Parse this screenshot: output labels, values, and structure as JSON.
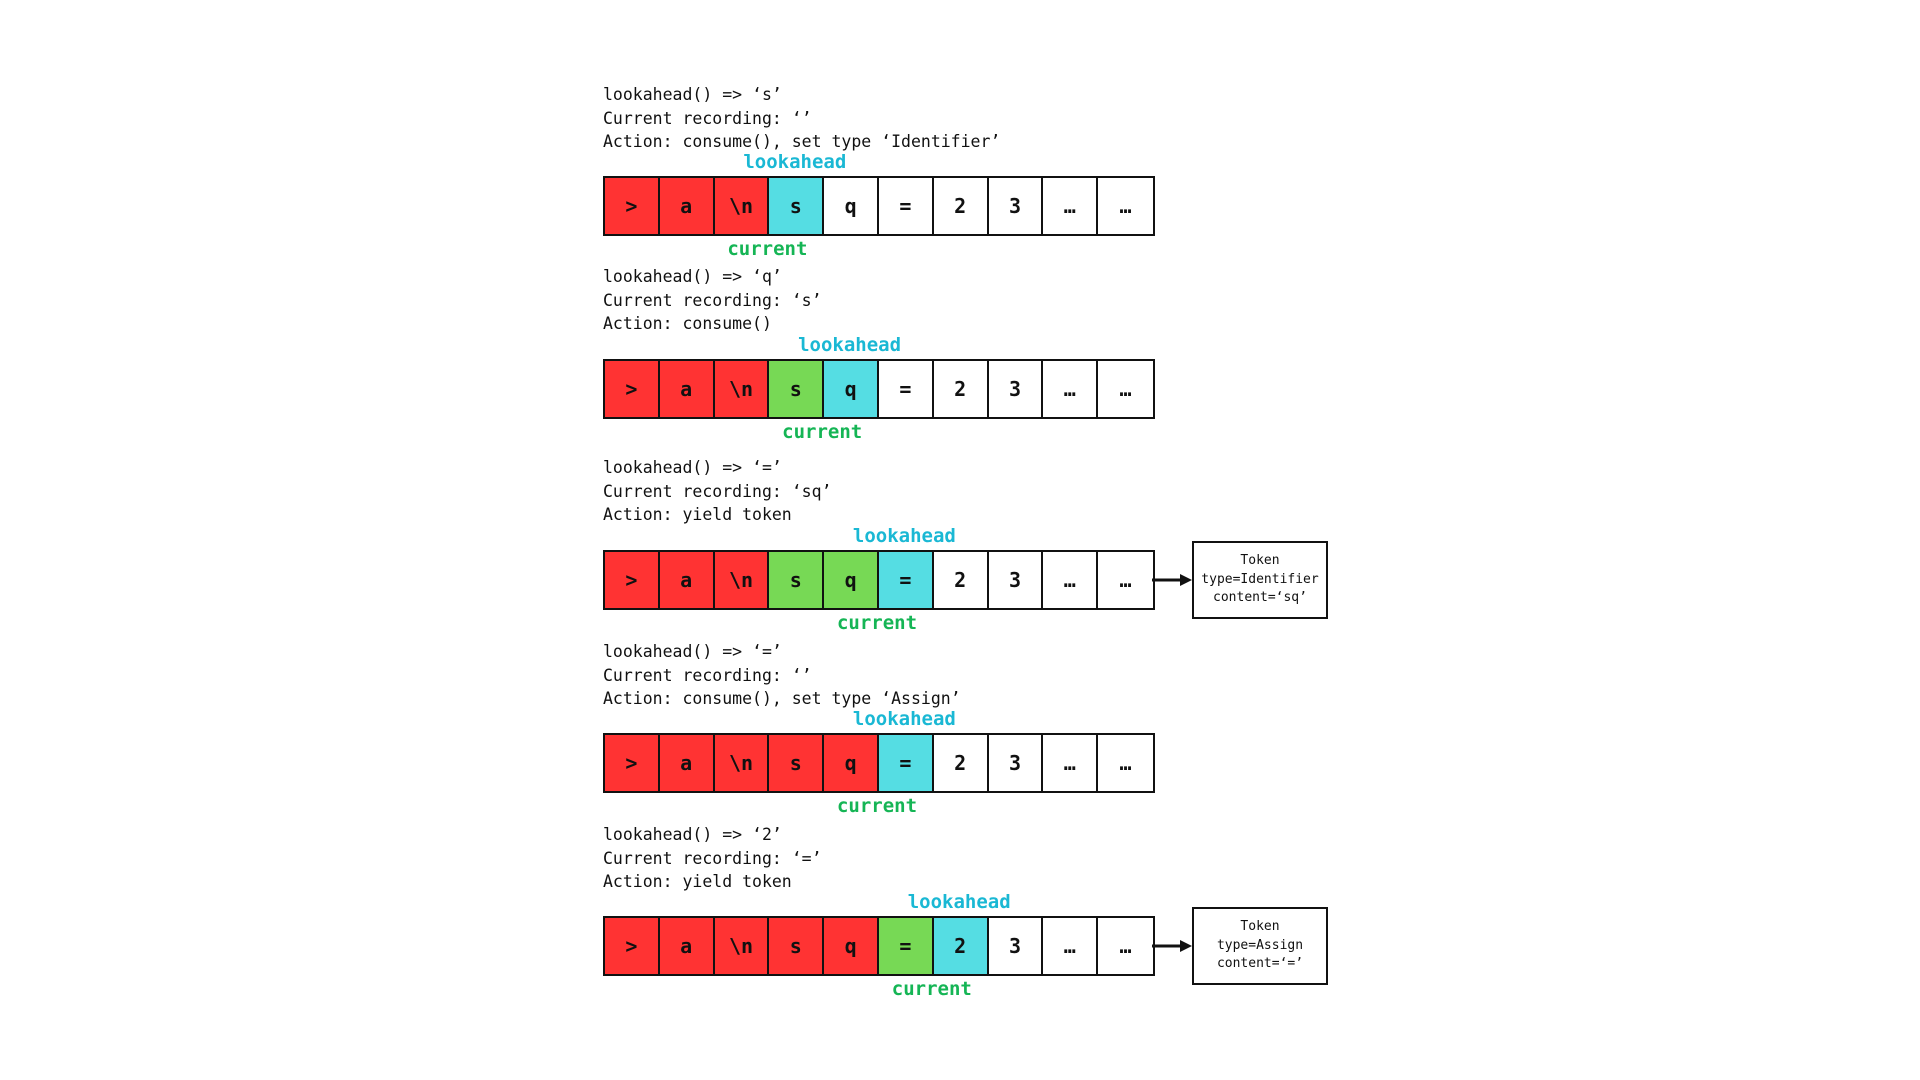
{
  "colors": {
    "consumed": "#ff3333",
    "recording": "#77d955",
    "lookahead": "#55dde3",
    "empty": "#ffffff",
    "lookahead_label": "#1ab8d4",
    "current_label": "#15b555"
  },
  "labels": {
    "lookahead": "lookahead",
    "current": "current"
  },
  "steps": [
    {
      "lines": [
        "lookahead() => ‘s’",
        "Current recording: ‘’",
        "Action: consume(), set type ‘Identifier’"
      ],
      "cells": [
        {
          "text": ">",
          "state": "consumed"
        },
        {
          "text": "a",
          "state": "consumed"
        },
        {
          "text": "\\n",
          "state": "consumed"
        },
        {
          "text": "s",
          "state": "lookahead"
        },
        {
          "text": "q",
          "state": "empty"
        },
        {
          "text": "=",
          "state": "empty"
        },
        {
          "text": "2",
          "state": "empty"
        },
        {
          "text": "3",
          "state": "empty"
        },
        {
          "text": "…",
          "state": "empty"
        },
        {
          "text": "…",
          "state": "empty"
        }
      ],
      "lookahead_index": 3,
      "current_boundary": 3,
      "token": null
    },
    {
      "lines": [
        "lookahead() => ‘q’",
        "Current recording: ‘s’",
        "Action: consume()"
      ],
      "cells": [
        {
          "text": ">",
          "state": "consumed"
        },
        {
          "text": "a",
          "state": "consumed"
        },
        {
          "text": "\\n",
          "state": "consumed"
        },
        {
          "text": "s",
          "state": "recording"
        },
        {
          "text": "q",
          "state": "lookahead"
        },
        {
          "text": "=",
          "state": "empty"
        },
        {
          "text": "2",
          "state": "empty"
        },
        {
          "text": "3",
          "state": "empty"
        },
        {
          "text": "…",
          "state": "empty"
        },
        {
          "text": "…",
          "state": "empty"
        }
      ],
      "lookahead_index": 4,
      "current_boundary": 4,
      "token": null
    },
    {
      "lines": [
        "lookahead() => ‘=’",
        "Current recording: ‘sq’",
        "Action: yield token"
      ],
      "cells": [
        {
          "text": ">",
          "state": "consumed"
        },
        {
          "text": "a",
          "state": "consumed"
        },
        {
          "text": "\\n",
          "state": "consumed"
        },
        {
          "text": "s",
          "state": "recording"
        },
        {
          "text": "q",
          "state": "recording"
        },
        {
          "text": "=",
          "state": "lookahead"
        },
        {
          "text": "2",
          "state": "empty"
        },
        {
          "text": "3",
          "state": "empty"
        },
        {
          "text": "…",
          "state": "empty"
        },
        {
          "text": "…",
          "state": "empty"
        }
      ],
      "lookahead_index": 5,
      "current_boundary": 5,
      "token": {
        "lines": [
          "Token",
          "type=Identifier",
          "content=‘sq’"
        ]
      }
    },
    {
      "lines": [
        "lookahead() => ‘=’",
        "Current recording: ‘’",
        "Action: consume(), set type ‘Assign’"
      ],
      "cells": [
        {
          "text": ">",
          "state": "consumed"
        },
        {
          "text": "a",
          "state": "consumed"
        },
        {
          "text": "\\n",
          "state": "consumed"
        },
        {
          "text": "s",
          "state": "consumed"
        },
        {
          "text": "q",
          "state": "consumed"
        },
        {
          "text": "=",
          "state": "lookahead"
        },
        {
          "text": "2",
          "state": "empty"
        },
        {
          "text": "3",
          "state": "empty"
        },
        {
          "text": "…",
          "state": "empty"
        },
        {
          "text": "…",
          "state": "empty"
        }
      ],
      "lookahead_index": 5,
      "current_boundary": 5,
      "token": null
    },
    {
      "lines": [
        "lookahead() => ‘2’",
        "Current recording: ‘=’",
        "Action: yield token"
      ],
      "cells": [
        {
          "text": ">",
          "state": "consumed"
        },
        {
          "text": "a",
          "state": "consumed"
        },
        {
          "text": "\\n",
          "state": "consumed"
        },
        {
          "text": "s",
          "state": "consumed"
        },
        {
          "text": "q",
          "state": "consumed"
        },
        {
          "text": "=",
          "state": "recording"
        },
        {
          "text": "2",
          "state": "lookahead"
        },
        {
          "text": "3",
          "state": "empty"
        },
        {
          "text": "…",
          "state": "empty"
        },
        {
          "text": "…",
          "state": "empty"
        }
      ],
      "lookahead_index": 6,
      "current_boundary": 6,
      "token": {
        "lines": [
          "Token",
          "type=Assign",
          "content=‘=’"
        ]
      }
    }
  ]
}
